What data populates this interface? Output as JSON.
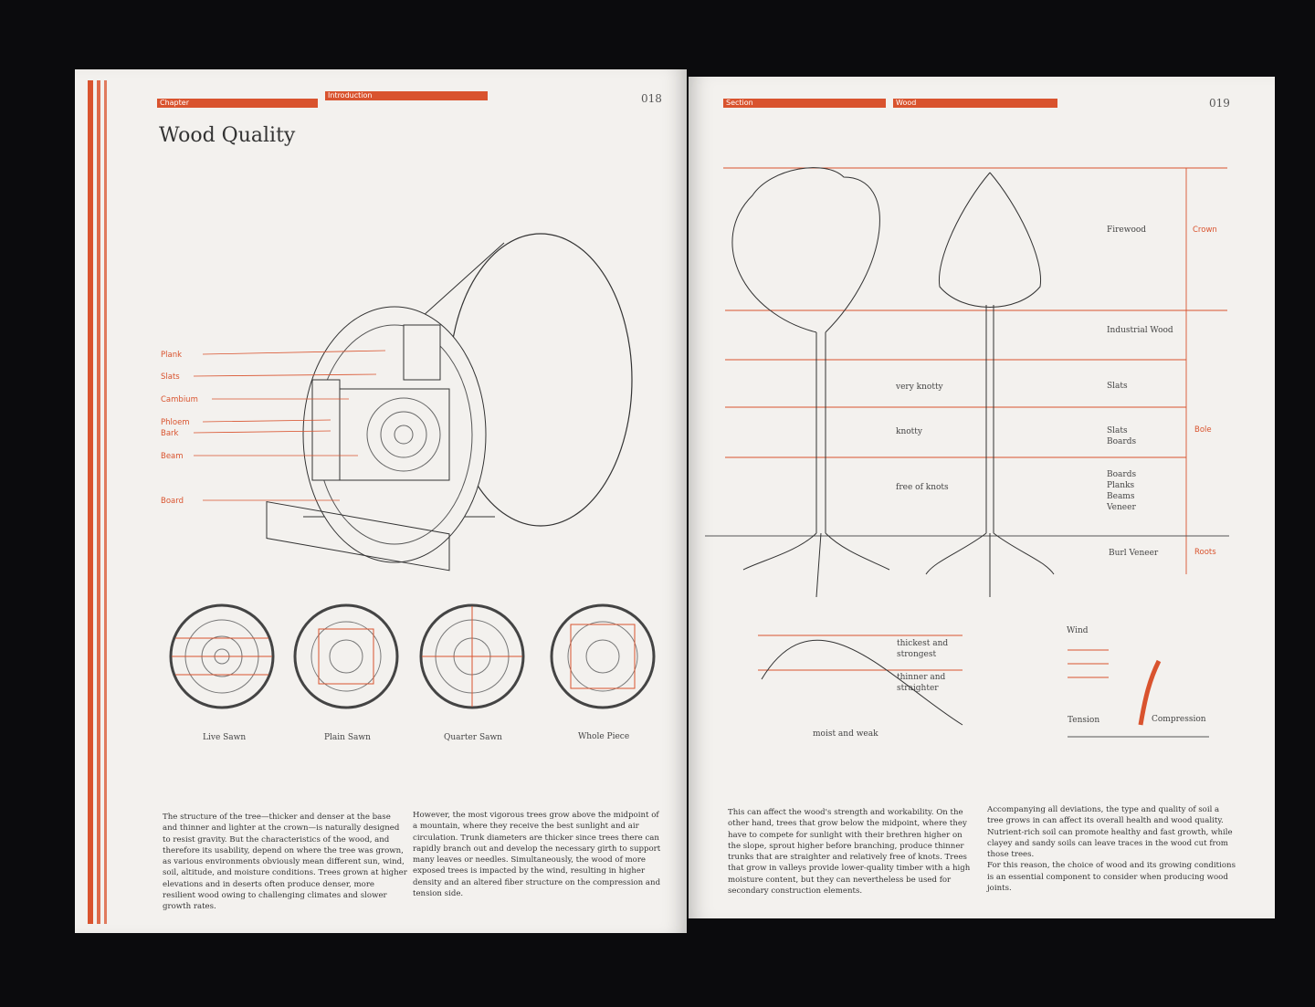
{
  "left_page": {
    "tags": [
      "Chapter",
      "Introduction"
    ],
    "page_number": "018",
    "title": "Wood Quality",
    "diagram_labels": [
      "Plank",
      "Slats",
      "Cambium",
      "Phloem",
      "Bark",
      "Beam",
      "Board"
    ],
    "cut_types": [
      "Live Sawn",
      "Plain Sawn",
      "Quarter Sawn",
      "Whole Piece"
    ],
    "paragraphs": [
      "The structure of the tree—thicker and denser at the base and thinner and lighter at the crown—is naturally designed to resist gravity. But the characteristics of the wood, and therefore its usability, depend on where the tree was grown, as various environments obviously mean different sun, wind, soil, altitude, and moisture conditions. Trees grown at higher elevations and in deserts often produce denser, more resilient wood owing to challenging climates and slower growth rates.",
      "However, the most vigorous trees grow above the midpoint of a mountain, where they receive the best sunlight and air circulation. Trunk diameters are thicker since trees there can rapidly branch out and develop the necessary girth to support many leaves or needles. Simultaneously, the wood of more exposed trees is impacted by the wind, resulting in higher density and an altered fiber structure on the compression and tension side."
    ]
  },
  "right_page": {
    "tags": [
      "Section",
      "Wood"
    ],
    "page_number": "019",
    "knot_labels": [
      "very knotty",
      "knotty",
      "free of knots"
    ],
    "uses": [
      "Firewood",
      "Industrial Wood",
      "Slats",
      "Slats\nBoards",
      "Boards\nPlanks\nBeams\nVeneer",
      "Burl Veneer"
    ],
    "zones": [
      "Crown",
      "Bole",
      "Roots"
    ],
    "slope_labels": [
      "thickest and strongest",
      "thinner and straighter",
      "moist and weak"
    ],
    "wind_labels": [
      "Wind",
      "Tension",
      "Compression"
    ],
    "paragraphs": [
      "This can affect the wood's strength and workability. On the other hand, trees that grow below the midpoint, where they have to compete for sunlight with their brethren higher on the slope, sprout higher before branching, produce thinner trunks that are straighter and relatively free of knots. Trees that grow in valleys provide lower-quality timber with a high moisture content, but they can nevertheless be used for secondary construction elements.",
      "Accompanying all deviations, the type and quality of soil a tree grows in can affect its overall health and wood quality. Nutrient-rich soil can promote healthy and fast growth, while clayey and sandy soils can leave traces in the wood cut from those trees.\nFor this reason, the choice of wood and its growing conditions is an essential component to consider when producing wood joints."
    ]
  },
  "colors": {
    "accent": "#d9532e",
    "paper": "#f3f1ee",
    "background": "#0b0b0d"
  }
}
